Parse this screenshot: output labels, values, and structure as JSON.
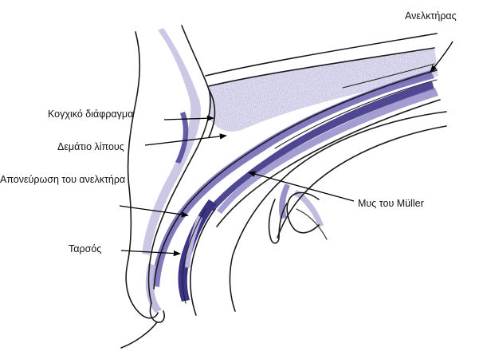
{
  "labels": {
    "levator": "Ανελκτήρας",
    "orbital_septum": "Κογχικό διάφραγμα",
    "fat_pad": "Δεμάτιο λίπους",
    "levator_aponeurosis": "Απονεύρωση του ανελκτήρα",
    "muller_muscle": "Μυς του  Müller",
    "tarsus": "Ταρσός"
  },
  "colors": {
    "tissue_dark": "#3b3486",
    "tissue_mid": "#6b63b4",
    "tissue_light": "#b9b5dd",
    "tissue_faint": "#dedcef",
    "ink": "#1a1a1a"
  }
}
